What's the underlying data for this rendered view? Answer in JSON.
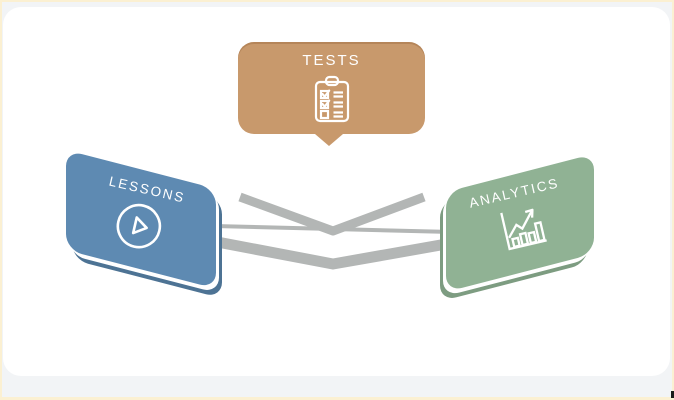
{
  "window": {
    "frame_color": "#fbf0d2",
    "page_color": "#f2f4f6",
    "panel_color": "#ffffff"
  },
  "diagram": {
    "title_bubble": {
      "label": "TESTS",
      "color": "#c8996c",
      "icon": "clipboard-checklist-icon"
    },
    "connector": {
      "color": "#b3b6b5",
      "shape": "two crossing chevron roads between nodes"
    },
    "nodes": [
      {
        "id": "lessons",
        "label": "LESSONS",
        "color": "#5e8ab2",
        "edge_color": "#4d7394",
        "icon": "play-icon"
      },
      {
        "id": "analytics",
        "label": "ANALYTICS",
        "color": "#90b294",
        "edge_color": "#7d9c81",
        "icon": "bar-chart-icon"
      }
    ]
  }
}
